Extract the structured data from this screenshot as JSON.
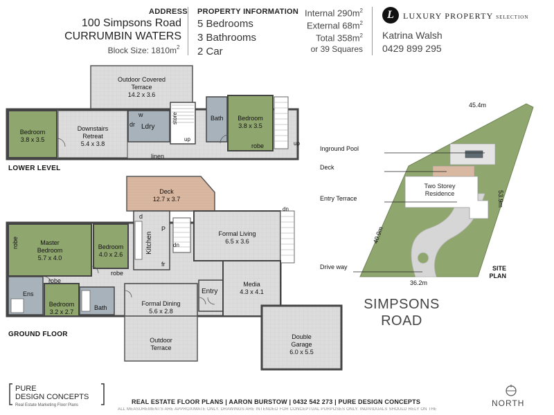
{
  "header": {
    "address_title": "ADDRESS",
    "address_line1": "100 Simpsons Road",
    "address_line2": "CURRUMBIN WATERS",
    "block_size": "Block Size: 1810m",
    "block_size_sup": "2",
    "property_info_title": "PROPERTY INFORMATION",
    "bedrooms": "5 Bedrooms",
    "bathrooms": "3 Bathrooms",
    "cars": "2 Car",
    "internal": "Internal 290m",
    "external": "External 68m",
    "total": "Total 358m",
    "squares": "or 39 Squares",
    "area_sup": "2",
    "brand_letter": "L",
    "brand_name": "LUXURY PROPERTY",
    "brand_sub": "SELECTION",
    "agent_name": "Katrina Walsh",
    "agent_phone": "0429 899 295"
  },
  "lower_level": {
    "title": "LOWER LEVEL",
    "rooms": {
      "outdoor_terrace": {
        "name": "Outdoor Covered Terrace",
        "size": "14.2 x 3.6"
      },
      "bedroom_left": {
        "name": "Bedroom",
        "size": "3.8 x 3.5"
      },
      "retreat": {
        "name": "Downstairs Retreat",
        "size": "5.4 x 3.8"
      },
      "bedroom_right": {
        "name": "Bedroom",
        "size": "3.8 x 3.5"
      }
    },
    "tags": {
      "w": "w",
      "dr": "dr",
      "ldry": "Ldry",
      "store": "store",
      "up1": "up",
      "bath": "Bath",
      "robe": "robe",
      "up2": "up",
      "linen": "linen"
    }
  },
  "ground_floor": {
    "title": "GROUND FLOOR",
    "rooms": {
      "deck": {
        "name": "Deck",
        "size": "12.7 x 3.7"
      },
      "formal_living": {
        "name": "Formal Living",
        "size": "6.5 x 3.6"
      },
      "master": {
        "name": "Master Bedroom",
        "size": "5.7 x 4.0"
      },
      "bedroom_mid": {
        "name": "Bedroom",
        "size": "4.0 x 2.6"
      },
      "bedroom_low": {
        "name": "Bedroom",
        "size": "3.2 x 2.7"
      },
      "formal_dining": {
        "name": "Formal Dining",
        "size": "5.6 x 2.8"
      },
      "media": {
        "name": "Media",
        "size": "4.3 x 4.1"
      },
      "outdoor_terrace": {
        "name": "Outdoor Terrace",
        "size": ""
      },
      "garage": {
        "name": "Double Garage",
        "size": "6.0 x 5.5"
      }
    },
    "tags": {
      "d": "d",
      "p": "P",
      "kitchen": "Kitchen",
      "dn1": "dn",
      "fr": "fr",
      "dn2": "dn",
      "robe1": "robe",
      "robe2": "robe",
      "robe3": "robe",
      "ens": "Ens",
      "bath": "Bath",
      "entry": "Entry"
    }
  },
  "site": {
    "labels": {
      "pool": "Inground Pool",
      "deck": "Deck",
      "entry_terrace": "Entry Terrace",
      "driveway": "Drive way"
    },
    "residence": "Two Storey Residence",
    "dims": {
      "top": "45.4m",
      "right": "53.9m",
      "left": "40.9m",
      "bottom": "36.2m"
    },
    "plan_label": "SITE PLAN"
  },
  "road_name_1": "SIMPSONS",
  "road_name_2": "ROAD",
  "footer": {
    "brand_1": "PURE",
    "brand_2": "DESIGN CONCEPTS",
    "brand_tag": "Real Estate Marketing Floor Plans",
    "credits": "REAL ESTATE FLOOR PLANS | AARON BURSTOW | 0432 542 273 | PURE DESIGN CONCEPTS",
    "disclaimer": "ALL MEASUREMENTS ARE APPROXIMATE ONLY. DRAWINGS ARE INTENDED FOR CONCEPTUAL PURPOSES ONLY. INDIVIDUALS SHOULD RELY ON THEIR OWN INFORMATION.",
    "north": "NORTH"
  }
}
